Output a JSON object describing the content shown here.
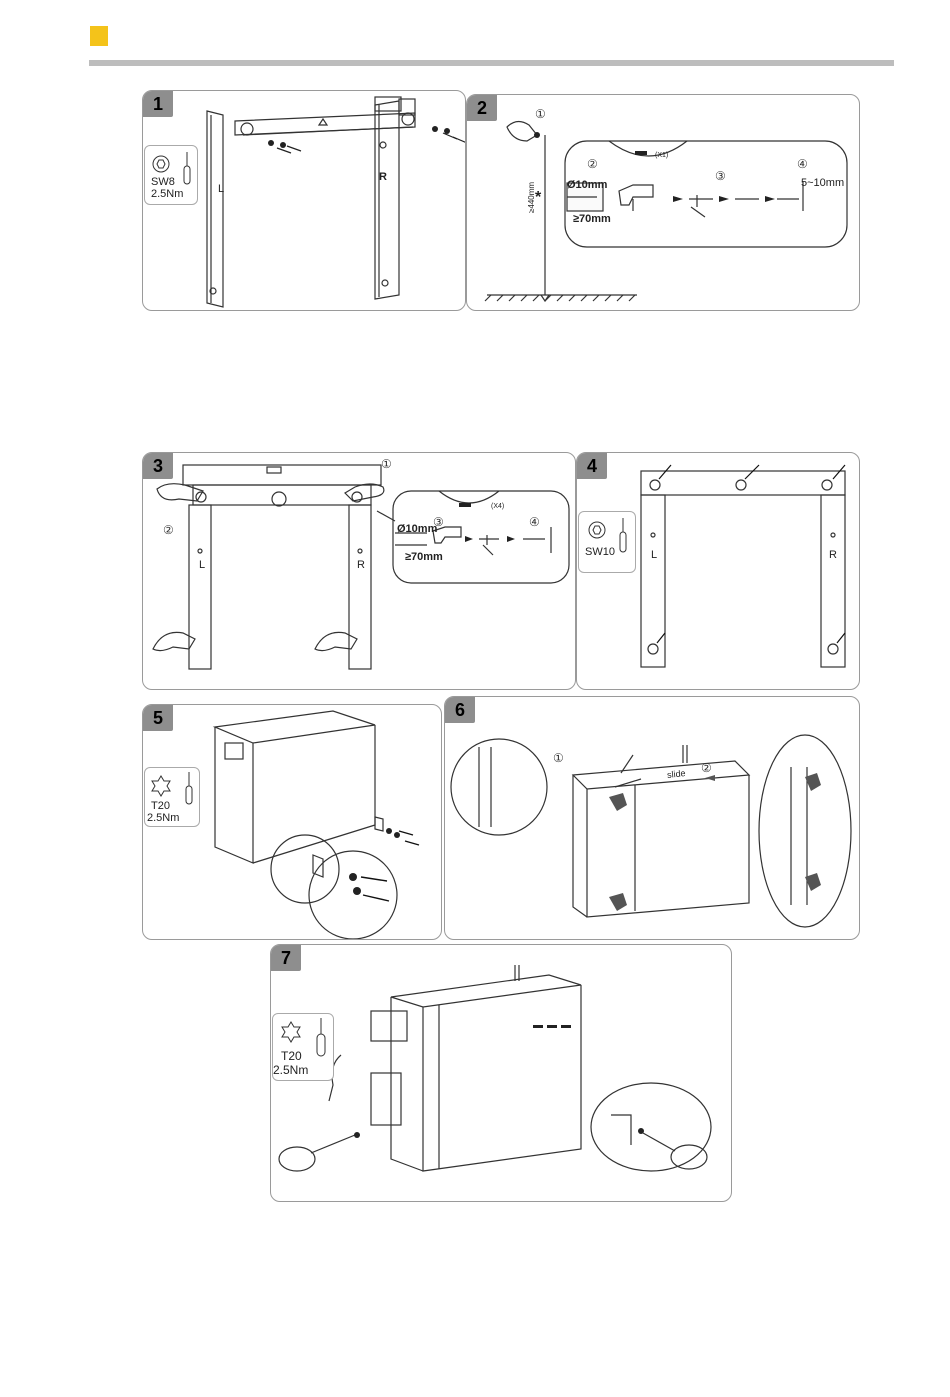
{
  "header": {
    "accent_color": "#f4c31a",
    "rule_color": "#bdbdbd"
  },
  "steps": [
    {
      "number": "1",
      "tool": {
        "icon": "hex-socket-icon",
        "name": "SW8",
        "torque": "2.5Nm"
      },
      "left_label": "L",
      "right_label": "R"
    },
    {
      "number": "2",
      "markers": [
        "①",
        "②",
        "③",
        "④"
      ],
      "diameter": "Ø10mm",
      "depth": "≥70mm",
      "height": "≥440mm",
      "asterisk": "*",
      "gap": "5~10mm",
      "qty": "(X1)"
    },
    {
      "number": "3",
      "markers": [
        "①",
        "②",
        "③",
        "④"
      ],
      "diameter": "Ø10mm",
      "depth": "≥70mm",
      "qty": "(X4)",
      "left_label": "L",
      "right_label": "R"
    },
    {
      "number": "4",
      "tool": {
        "icon": "hex-socket-icon",
        "name": "SW10"
      },
      "left_label": "L",
      "right_label": "R"
    },
    {
      "number": "5",
      "tool": {
        "icon": "torx-icon",
        "name": "T20",
        "torque": "2.5Nm"
      }
    },
    {
      "number": "6",
      "markers": [
        "①",
        "②"
      ],
      "slide_text": "slide"
    },
    {
      "number": "7",
      "tool": {
        "icon": "torx-icon",
        "name": "T20",
        "torque": "2.5Nm"
      }
    }
  ]
}
